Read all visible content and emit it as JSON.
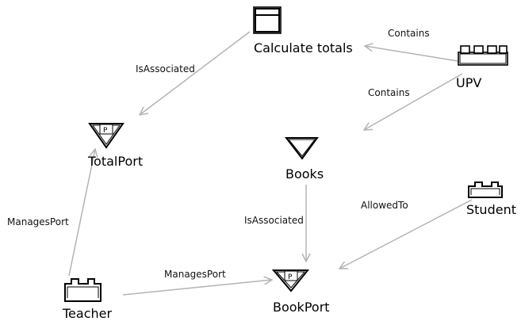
{
  "nodes": {
    "calculate_totals": {
      "label": "Calculate totals",
      "icon": "table-icon"
    },
    "upv": {
      "label": "UPV",
      "icon": "container-icon"
    },
    "books": {
      "label": "Books",
      "icon": "triangle-icon"
    },
    "totalport": {
      "label": "TotalPort",
      "icon": "port-icon",
      "mark": "P"
    },
    "student": {
      "label": "Student",
      "icon": "role-icon"
    },
    "teacher": {
      "label": "Teacher",
      "icon": "role-icon"
    },
    "bookport": {
      "label": "BookPort",
      "icon": "port-icon",
      "mark": "P"
    }
  },
  "edges": {
    "upv_calc": {
      "label": "Contains"
    },
    "upv_books": {
      "label": "Contains"
    },
    "calc_totalport": {
      "label": "IsAssociated"
    },
    "books_bookport": {
      "label": "IsAssociated"
    },
    "student_bookport": {
      "label": "AllowedTo"
    },
    "teacher_totalport": {
      "label": "ManagesPort"
    },
    "teacher_bookport": {
      "label": "ManagesPort"
    }
  },
  "colors": {
    "edge": "#b3b3b3",
    "text": "#000000",
    "background": "#ffffff"
  }
}
